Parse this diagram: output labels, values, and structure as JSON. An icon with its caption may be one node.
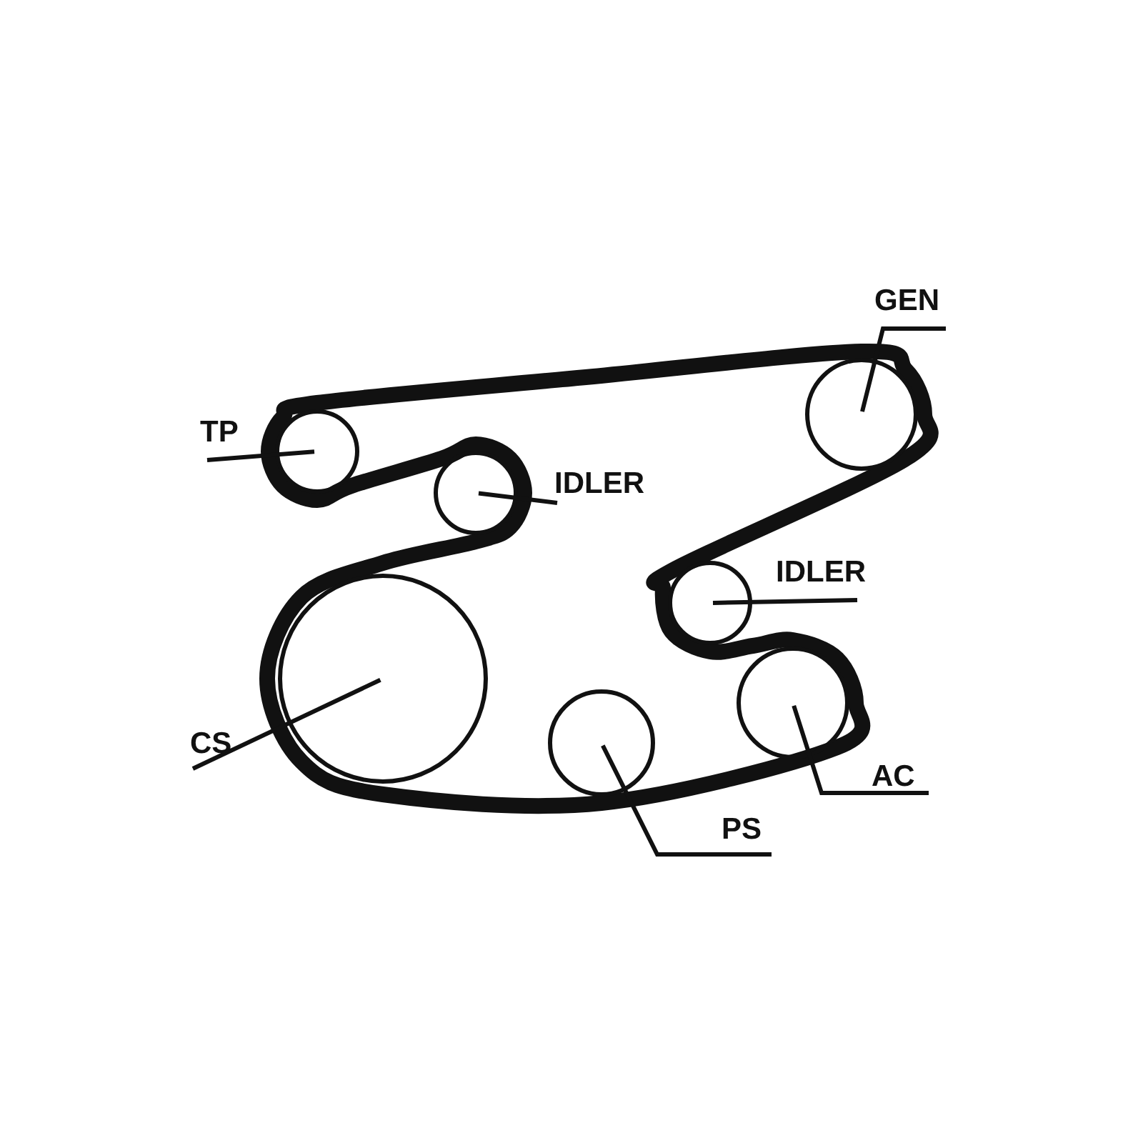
{
  "diagram": {
    "nodes": [
      {
        "text": [
          "GEN"
        ]
      },
      {
        "text": [
          "TP"
        ]
      },
      {
        "text": [
          "IDLER"
        ]
      },
      {
        "text": [
          "IDLER"
        ]
      },
      {
        "text": [
          "CS"
        ]
      },
      {
        "text": [
          "AC"
        ]
      },
      {
        "text": [
          "PS"
        ]
      },
      {
        "text": [],
        "shape": "circle"
      },
      {
        "text": [],
        "shape": "circle"
      },
      {
        "text": [],
        "shape": "circle"
      },
      {
        "text": [],
        "shape": "circle"
      },
      {
        "text": [],
        "shape": "circle"
      },
      {
        "text": [],
        "shape": "circle"
      },
      {
        "text": [],
        "shape": "circle"
      }
    ],
    "edges": [
      {
        "from": 0,
        "to": 13,
        "arrow": "none"
      },
      {
        "from": 1,
        "to": 7,
        "arrow": "none"
      },
      {
        "from": 2,
        "to": 9,
        "arrow": "none"
      },
      {
        "from": 3,
        "to": 11,
        "arrow": "none"
      },
      {
        "from": 4,
        "to": 8,
        "arrow": "none"
      },
      {
        "from": 5,
        "to": 12,
        "arrow": "none"
      },
      {
        "from": 6,
        "to": 10,
        "arrow": "none"
      }
    ]
  }
}
